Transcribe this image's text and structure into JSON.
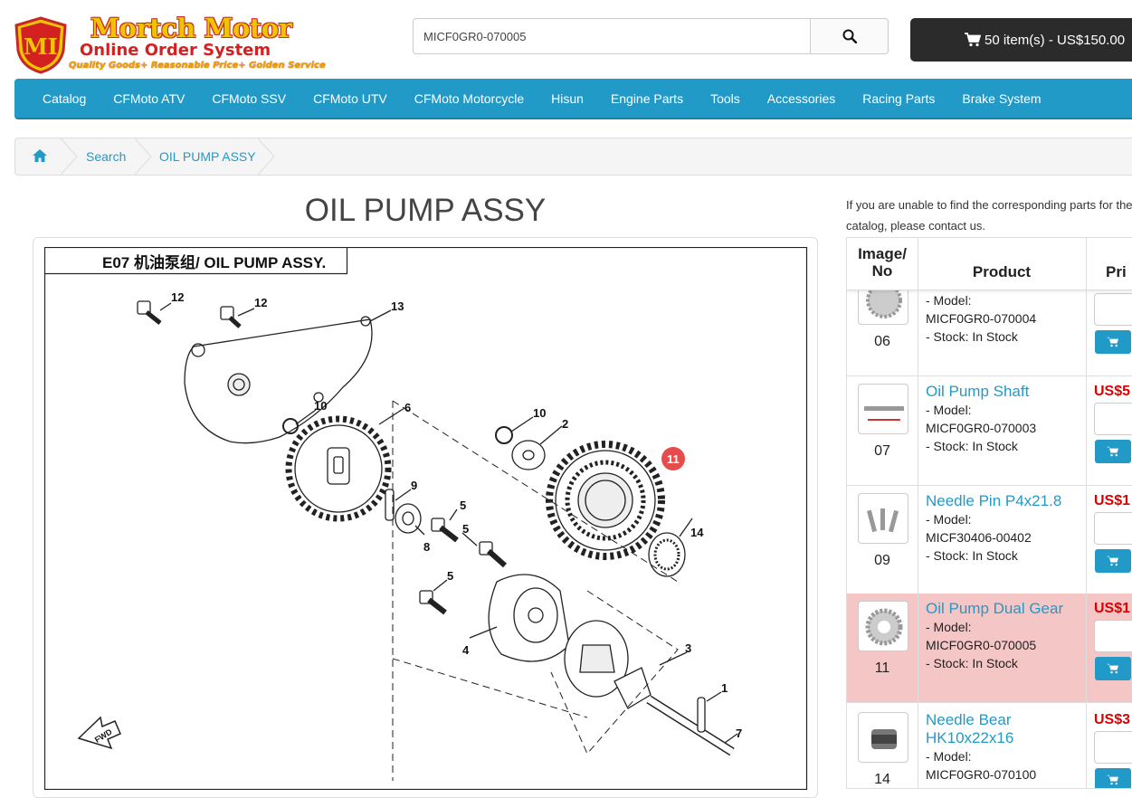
{
  "brand": {
    "badge_text": "MI",
    "name": "Mortch Motor",
    "subtitle": "Online Order System",
    "tagline": "Quality Goods+ Reasonable Price+ Golden Service"
  },
  "search": {
    "value": "MICF0GR0-070005"
  },
  "cart": {
    "label": "50 item(s) - US$150.00"
  },
  "nav": {
    "items": [
      "Catalog",
      "CFMoto ATV",
      "CFMoto SSV",
      "CFMoto UTV",
      "CFMoto Motorcycle",
      "Hisun",
      "Engine Parts",
      "Tools",
      "Accessories",
      "Racing Parts",
      "Brake System"
    ]
  },
  "breadcrumb": {
    "items": [
      "Search",
      "OIL PUMP ASSY"
    ]
  },
  "page": {
    "title": "OIL PUMP ASSY"
  },
  "diagram": {
    "header": "E07  机油泵组/ OIL PUMP ASSY.",
    "labels": [
      "12",
      "12",
      "13",
      "6",
      "10",
      "10",
      "2",
      "11",
      "9",
      "8",
      "5",
      "5",
      "5",
      "14",
      "4",
      "3",
      "1",
      "7"
    ],
    "highlight_label": "11",
    "fwd": "FWD"
  },
  "info": {
    "text": "If you are unable to find the corresponding parts for the catalog, please contact us."
  },
  "table": {
    "headers": {
      "image_no": "Image/ No",
      "product": "Product",
      "price": "Pri"
    },
    "rows": [
      {
        "no": "06",
        "name": "",
        "model_label": "- Model:",
        "model": "MICF0GR0-070004",
        "stock": "- Stock:  In Stock",
        "price": "",
        "highlight": false
      },
      {
        "no": "07",
        "name": "Oil Pump Shaft",
        "model_label": "- Model:",
        "model": "MICF0GR0-070003",
        "stock": "- Stock:  In Stock",
        "price": "US$5",
        "highlight": false
      },
      {
        "no": "09",
        "name": "Needle Pin P4x21.8",
        "model_label": "- Model:",
        "model": "MICF30406-00402",
        "stock": "- Stock:  In Stock",
        "price": "US$1",
        "highlight": false
      },
      {
        "no": "11",
        "name": "Oil Pump Dual Gear",
        "model_label": "- Model:",
        "model": "MICF0GR0-070005",
        "stock": "- Stock:  In Stock",
        "price": "US$1",
        "highlight": true
      },
      {
        "no": "14",
        "name": "Needle Bear HK10x22x16",
        "model_label": "- Model:",
        "model": "MICF0GR0-070100",
        "stock": "",
        "price": "US$3",
        "highlight": false
      }
    ]
  },
  "colors": {
    "primary": "#229ac8",
    "highlight_row": "#f5c6c6",
    "price": "#dd0000",
    "cart_bg": "#2b2b2b"
  }
}
